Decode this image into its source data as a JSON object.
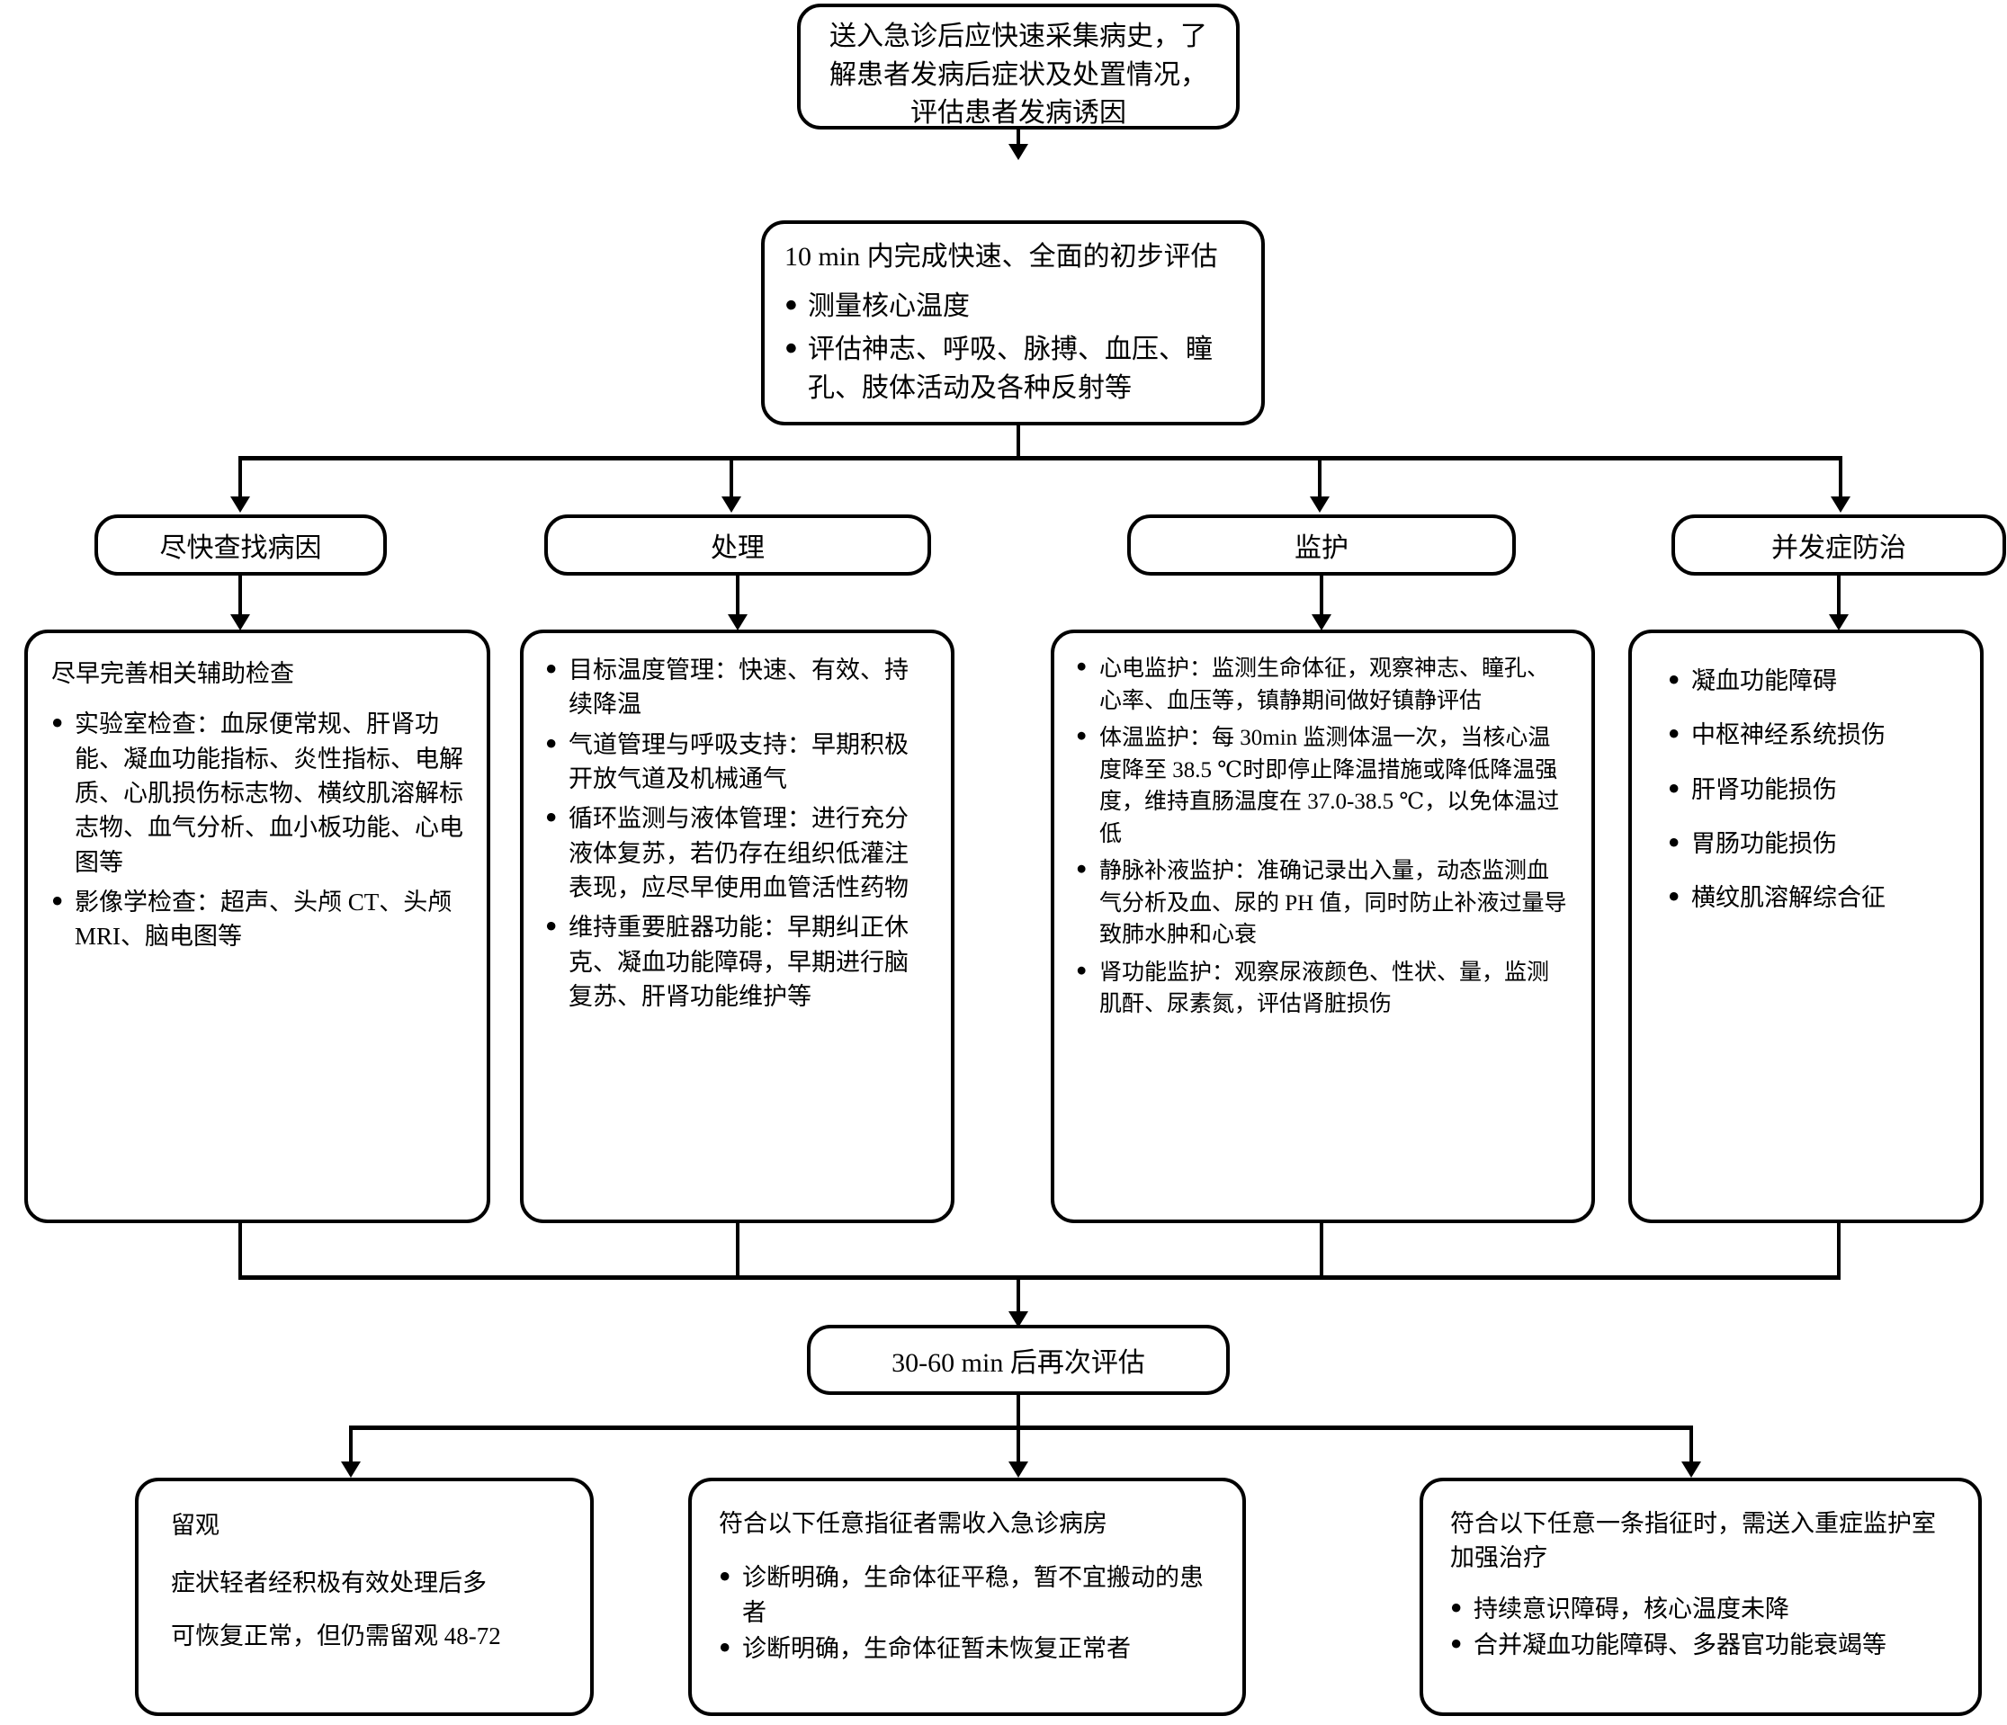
{
  "flowchart": {
    "title_node": {
      "id": "intake-history",
      "text": "送入急诊后应快速采集病史，了解患者发病后症状及处置情况，评估患者发病诱因"
    },
    "initial_assessment": {
      "heading": "10 min 内完成快速、全面的初步评估",
      "bullets": [
        "测量核心温度",
        "评估神志、呼吸、脉搏、血压、瞳孔、肢体活动及各种反射等"
      ]
    },
    "branch_headers": [
      {
        "id": "find-cause",
        "label": "尽快查找病因"
      },
      {
        "id": "treatment",
        "label": "处理"
      },
      {
        "id": "monitoring",
        "label": "监护"
      },
      {
        "id": "complications",
        "label": "并发症防治"
      }
    ],
    "branch_bodies": [
      {
        "id": "find-cause-body",
        "heading": "尽早完善相关辅助检查",
        "bullets": [
          "实验室检查：血尿便常规、肝肾功能、凝血功能指标、炎性指标、电解质、心肌损伤标志物、横纹肌溶解标志物、血气分析、血小板功能、心电图等",
          "影像学检查：超声、头颅 CT、头颅 MRI、脑电图等"
        ]
      },
      {
        "id": "treatment-body",
        "heading": "",
        "bullets": [
          "目标温度管理：快速、有效、持续降温",
          "气道管理与呼吸支持：早期积极开放气道及机械通气",
          "循环监测与液体管理：进行充分液体复苏，若仍存在组织低灌注表现，应尽早使用血管活性药物",
          "维持重要脏器功能：早期纠正休克、凝血功能障碍，早期进行脑复苏、肝肾功能维护等"
        ]
      },
      {
        "id": "monitoring-body",
        "heading": "",
        "bullets": [
          "心电监护：监测生命体征，观察神志、瞳孔、心率、血压等，镇静期间做好镇静评估",
          "体温监护：每 30min 监测体温一次，当核心温度降至 38.5 ℃时即停止降温措施或降低降温强度，维持直肠温度在 37.0-38.5 ℃，以免体温过低",
          "静脉补液监护：准确记录出入量，动态监测血气分析及血、尿的 PH 值，同时防止补液过量导致肺水肿和心衰",
          "肾功能监护：观察尿液颜色、性状、量，监测肌酐、尿素氮，评估肾脏损伤"
        ]
      },
      {
        "id": "complications-body",
        "heading": "",
        "bullets": [
          "凝血功能障碍",
          "中枢神经系统损伤",
          "肝肾功能损伤",
          "胃肠功能损伤",
          "横纹肌溶解综合征"
        ]
      }
    ],
    "reassessment": {
      "id": "reassess",
      "text": "30-60 min 后再次评估"
    },
    "outcomes": [
      {
        "id": "observation",
        "heading": "留观",
        "lines": [
          "症状轻者经积极有效处理后多",
          "可恢复正常，但仍需留观 48-72"
        ],
        "bullets": []
      },
      {
        "id": "emergency-ward",
        "heading": "符合以下任意指征者需收入急诊病房",
        "lines": [],
        "bullets": [
          "诊断明确，生命体征平稳，暂不宜搬动的患者",
          "诊断明确，生命体征暂未恢复正常者"
        ]
      },
      {
        "id": "icu",
        "heading": "符合以下任意一条指征时，需送入重症监护室加强治疗",
        "lines": [],
        "bullets": [
          "持续意识障碍，核心温度未降",
          "合并凝血功能障碍、多器官功能衰竭等"
        ]
      }
    ],
    "colors": {
      "stroke": "#000000",
      "background": "#ffffff",
      "text": "#000000"
    }
  }
}
